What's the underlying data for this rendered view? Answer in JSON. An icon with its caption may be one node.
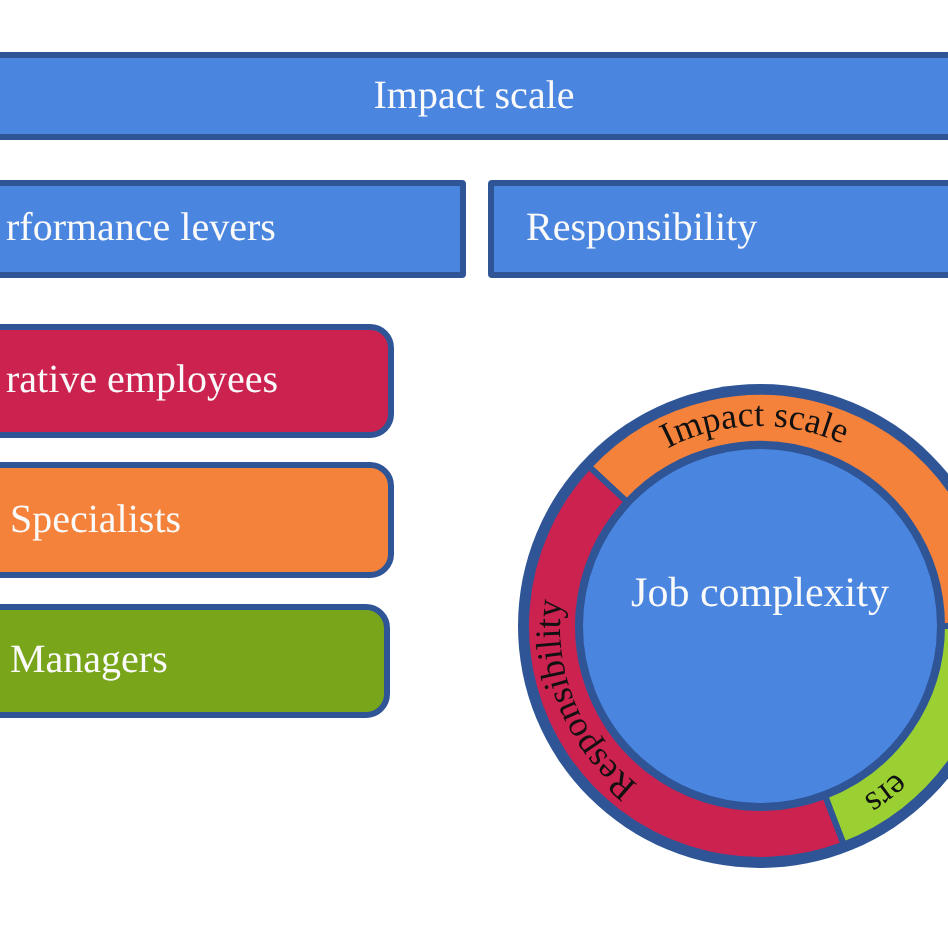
{
  "diagram": {
    "nodes": [
      {
        "text": [
          "Impact scale"
        ]
      },
      {
        "text": [
          "rformance levers"
        ]
      },
      {
        "text": [
          "Responsibility"
        ]
      },
      {
        "text": [
          "rative employees"
        ]
      },
      {
        "text": [
          "Specialists"
        ]
      },
      {
        "text": [
          "Managers"
        ]
      },
      {
        "text": [
          "Impact scale"
        ]
      },
      {
        "text": [
          "Responsibility"
        ]
      },
      {
        "text": [
          "ers"
        ]
      },
      {
        "text": [
          "Job complexity"
        ]
      }
    ],
    "edges": []
  }
}
